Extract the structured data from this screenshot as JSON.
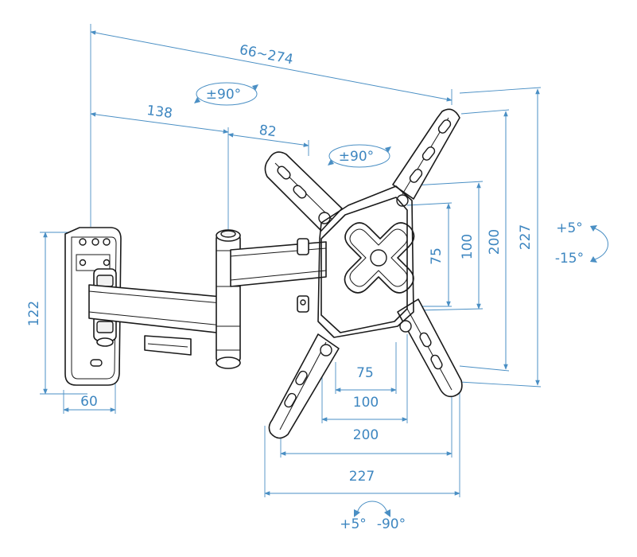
{
  "dimensions": {
    "overall_extension": "66~274",
    "arm_first": "138",
    "arm_second": "82",
    "wall_plate_height": "122",
    "wall_plate_width": "60",
    "vesa_v_75": "75",
    "vesa_v_100": "100",
    "vesa_v_200": "200",
    "vesa_v_227": "227",
    "vesa_h_75": "75",
    "vesa_h_100": "100",
    "vesa_h_200": "200",
    "vesa_h_227": "227"
  },
  "rotations": {
    "arm_swivel": "±90°",
    "head_swivel": "±90°",
    "tilt_up": "+5°",
    "tilt_down": "-15°",
    "roll_plus": "+5°",
    "roll_minus": "-90°"
  },
  "colors": {
    "dimension": "#4a8fc4",
    "hardware": "#1a1a1a"
  }
}
